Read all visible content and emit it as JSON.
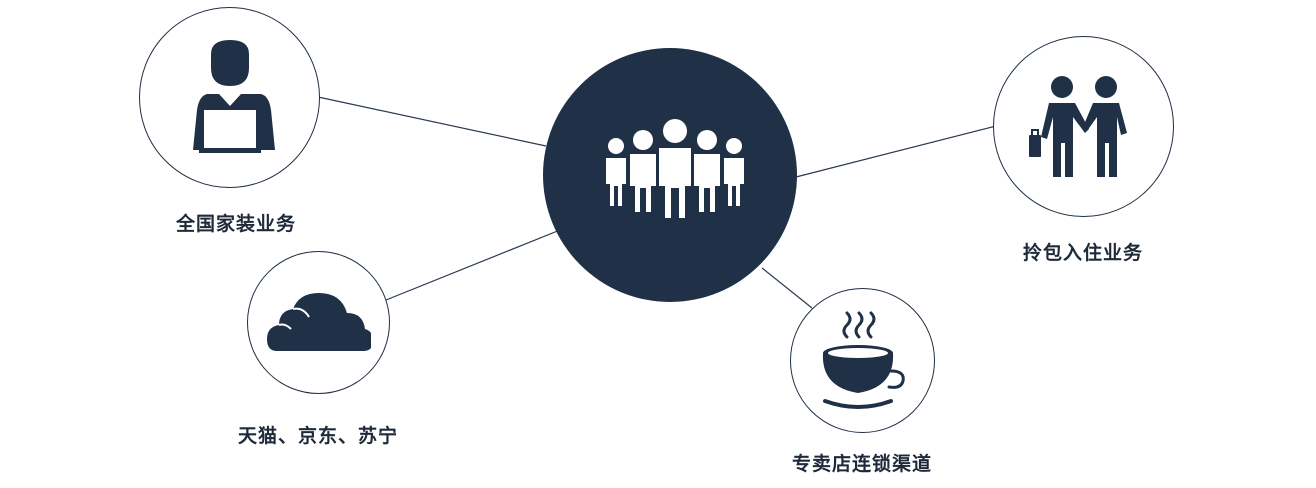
{
  "colors": {
    "primary": "#1f3047",
    "line": "#2a3a50",
    "background": "#ffffff"
  },
  "center": {
    "icon": "group-of-people-icon"
  },
  "nodes": [
    {
      "id": "national",
      "label": "全国家装业务",
      "icon": "person-laptop-icon"
    },
    {
      "id": "ecommerce",
      "label": "天猫、京东、苏宁",
      "icon": "cloud-icon"
    },
    {
      "id": "franchise",
      "label": "专卖店连锁渠道",
      "icon": "coffee-cup-icon"
    },
    {
      "id": "movein",
      "label": "拎包入住业务",
      "icon": "handshake-people-icon"
    }
  ]
}
